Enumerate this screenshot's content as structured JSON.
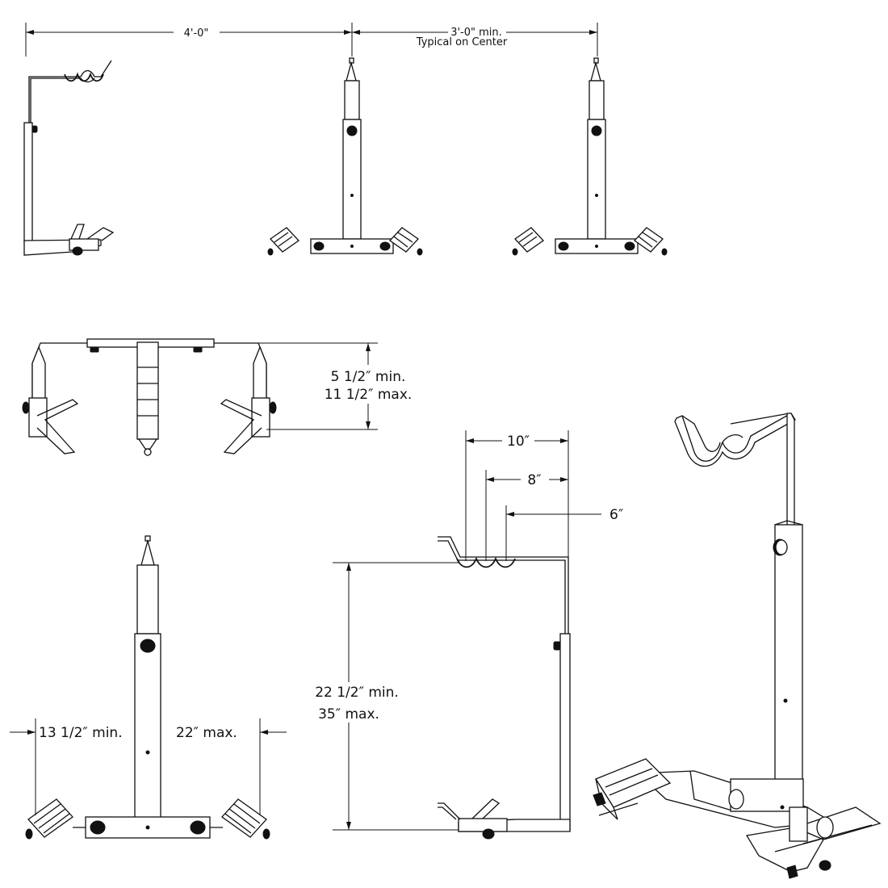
{
  "labels": {
    "spacing_left": "4'-0\"",
    "spacing_right_line1": "3'-0\" min.",
    "spacing_right_line2": "Typical on Center",
    "height_top_min": "5 1/2″ min.",
    "height_top_max": "11 1/2″ max.",
    "width_min": "13 1/2″ min.",
    "width_max": "22″ max.",
    "depth_10": "10″",
    "depth_8": "8″",
    "depth_6": "6″",
    "height_min": "22 1/2″ min.",
    "height_max": "35″ max."
  }
}
